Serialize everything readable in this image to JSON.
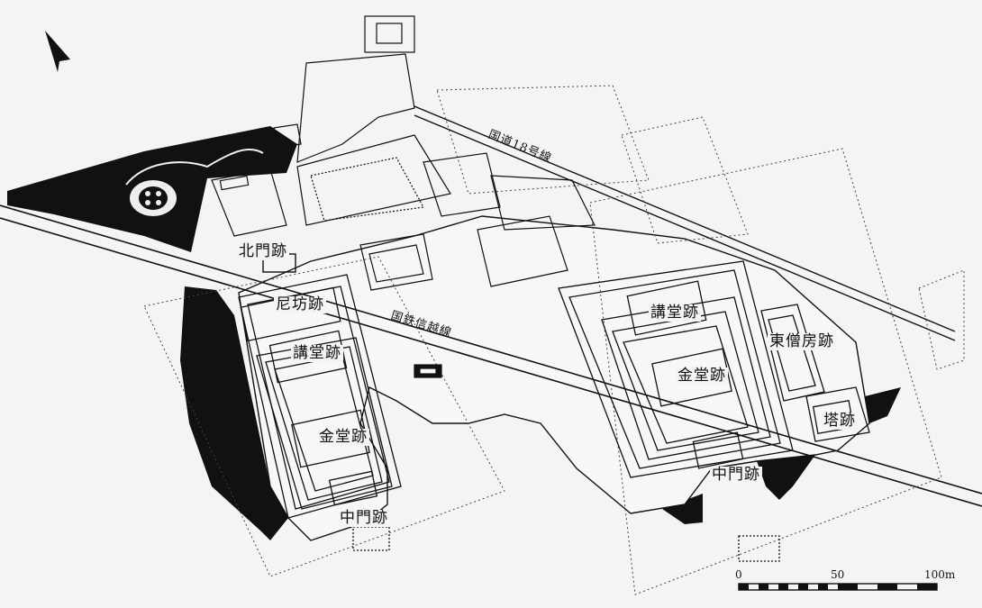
{
  "labels": {
    "north_gate": "北門跡",
    "nunnery": "尼坊跡",
    "lecture_hall_west": "講堂跡",
    "golden_hall_west": "金堂跡",
    "middle_gate_west": "中門跡",
    "lecture_hall_east": "講堂跡",
    "golden_hall_east": "金堂跡",
    "middle_gate_east": "中門跡",
    "east_monks_quarters": "東僧房跡",
    "pagoda": "塔跡"
  },
  "roads": {
    "national_route": "国道18号線",
    "railway": "国鉄信越線"
  },
  "scale_bar": {
    "ticks": [
      "0",
      "50",
      "100m"
    ]
  },
  "colors": {
    "background": "#f4f4f2",
    "ink": "#111111",
    "dotted": "#444444"
  },
  "icons": {
    "north_arrow": "north-arrow-icon"
  }
}
